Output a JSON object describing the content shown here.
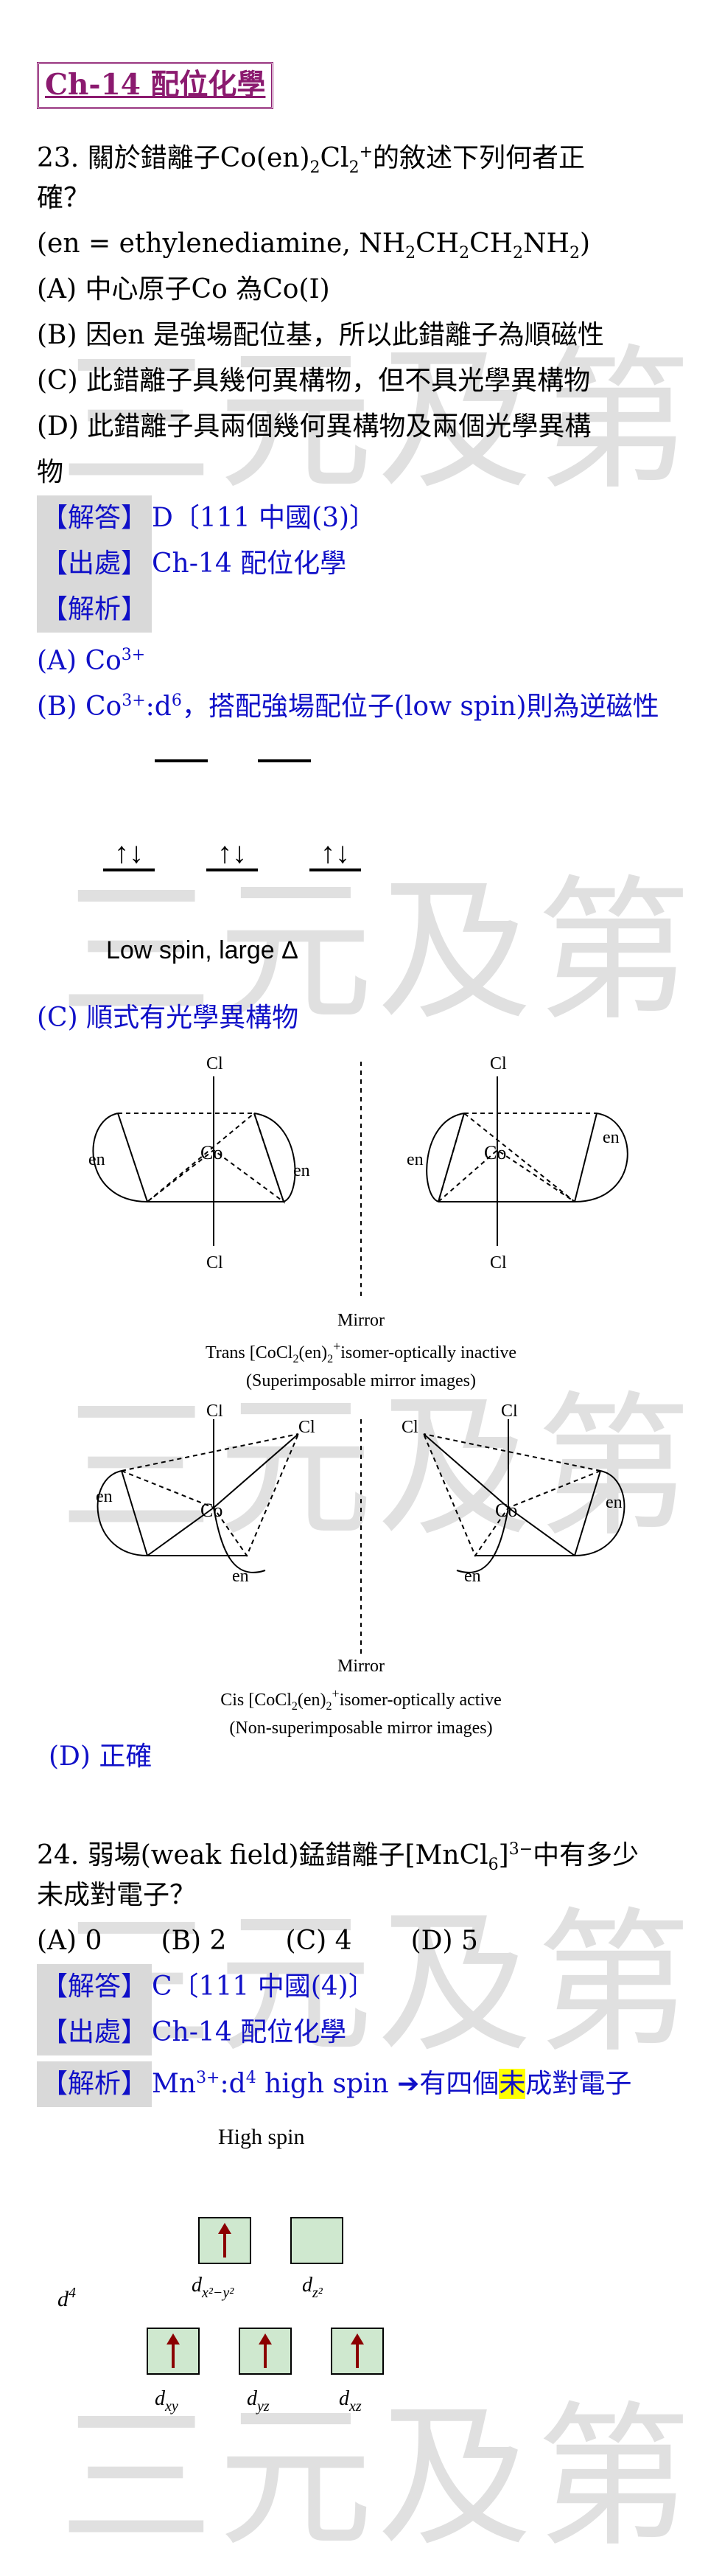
{
  "watermark": "三元及第",
  "chapter_title": "Ch-14  配位化學",
  "q23": {
    "stem_a": "23. 關於錯離子Co(en)",
    "stem_sub1": "2",
    "stem_b": "Cl",
    "stem_sub2": "2",
    "stem_sup": "+",
    "stem_c": "的敘述下列何者正",
    "stem2": "確？",
    "en_def_a": "(en = ethylenediamine, NH",
    "en_def_s1": "2",
    "en_def_b": "CH",
    "en_def_s2": "2",
    "en_def_c": "CH",
    "en_def_s3": "2",
    "en_def_d": "NH",
    "en_def_s4": "2",
    "en_def_e": ")",
    "opt_a": "(A)  中心原子Co  為Co(I)",
    "opt_b": "(B)  因en  是強場配位基，所以此錯離子為順磁性",
    "opt_c": "(C)  此錯離子具幾何異構物，但不具光學異構物",
    "opt_d1": "(D)  此錯離子具兩個幾何異構物及兩個光學異構",
    "opt_d2": "物",
    "answer_tag": "【解答】",
    "answer": "D〔111 中國(3)〕",
    "source_tag": "【出處】",
    "source": "Ch-14  配位化學",
    "analysis_tag": "【解析】",
    "ana_a": "(A) Co",
    "ana_a_sup": "3+",
    "ana_b1": "(B) Co",
    "ana_b_sup": "3+",
    "ana_b2": ":d",
    "ana_b_sup2": "6",
    "ana_b3": "，搭配強場配位子(low spin)則為逆磁性",
    "lowspin_arrows": "↑↓",
    "lowspin_label": "Low spin, large  Δ",
    "ana_c": "(C)  順式有光學異構物",
    "fig_trans": {
      "cl": "Cl",
      "en": "en",
      "co": "Co",
      "mirror": "Mirror",
      "caption1_a": "Trans [CoCl",
      "caption1_sub1": "2",
      "caption1_b": "(en)",
      "caption1_sub2": "2",
      "caption1_sup": "+",
      "caption1_c": "isomer-optically inactive",
      "caption2": "(Superimposable mirror images)"
    },
    "fig_cis": {
      "mirror": "Mirror",
      "caption1_a": "Cis [CoCl",
      "caption1_sub1": "2",
      "caption1_b": "(en)",
      "caption1_sub2": "2",
      "caption1_sup": "+",
      "caption1_c": "isomer-optically active",
      "caption2": "(Non-superimposable mirror images)"
    },
    "ana_d": "(D)  正確"
  },
  "q24": {
    "stem_a": "24. 弱場(weak field)錳錯離子[MnCl",
    "stem_sub": "6",
    "stem_b": "]",
    "stem_sup": "3−",
    "stem_c": "中有多少",
    "stem2": "未成對電子？",
    "opts": "(A) 0       (B) 2       (C) 4       (D) 5",
    "answer_tag": "【解答】",
    "answer": "C〔111 中國(4)〕",
    "source_tag": "【出處】",
    "source": "Ch-14  配位化學",
    "analysis_tag": "【解析】",
    "ana_a": "Mn",
    "ana_sup1": "3+",
    "ana_b": ":d",
    "ana_sup2": "4",
    "ana_c": " high spin ➔有四個",
    "ana_hl": "未",
    "ana_d": "成對電子",
    "highspin_title": "High spin",
    "d4_label": "d",
    "d4_sup": "4",
    "orbitals_eg": [
      "x²−y²",
      "z²"
    ],
    "orbitals_t2g": [
      "xy",
      "yz",
      "xz"
    ],
    "orbital_prefix": "d"
  }
}
